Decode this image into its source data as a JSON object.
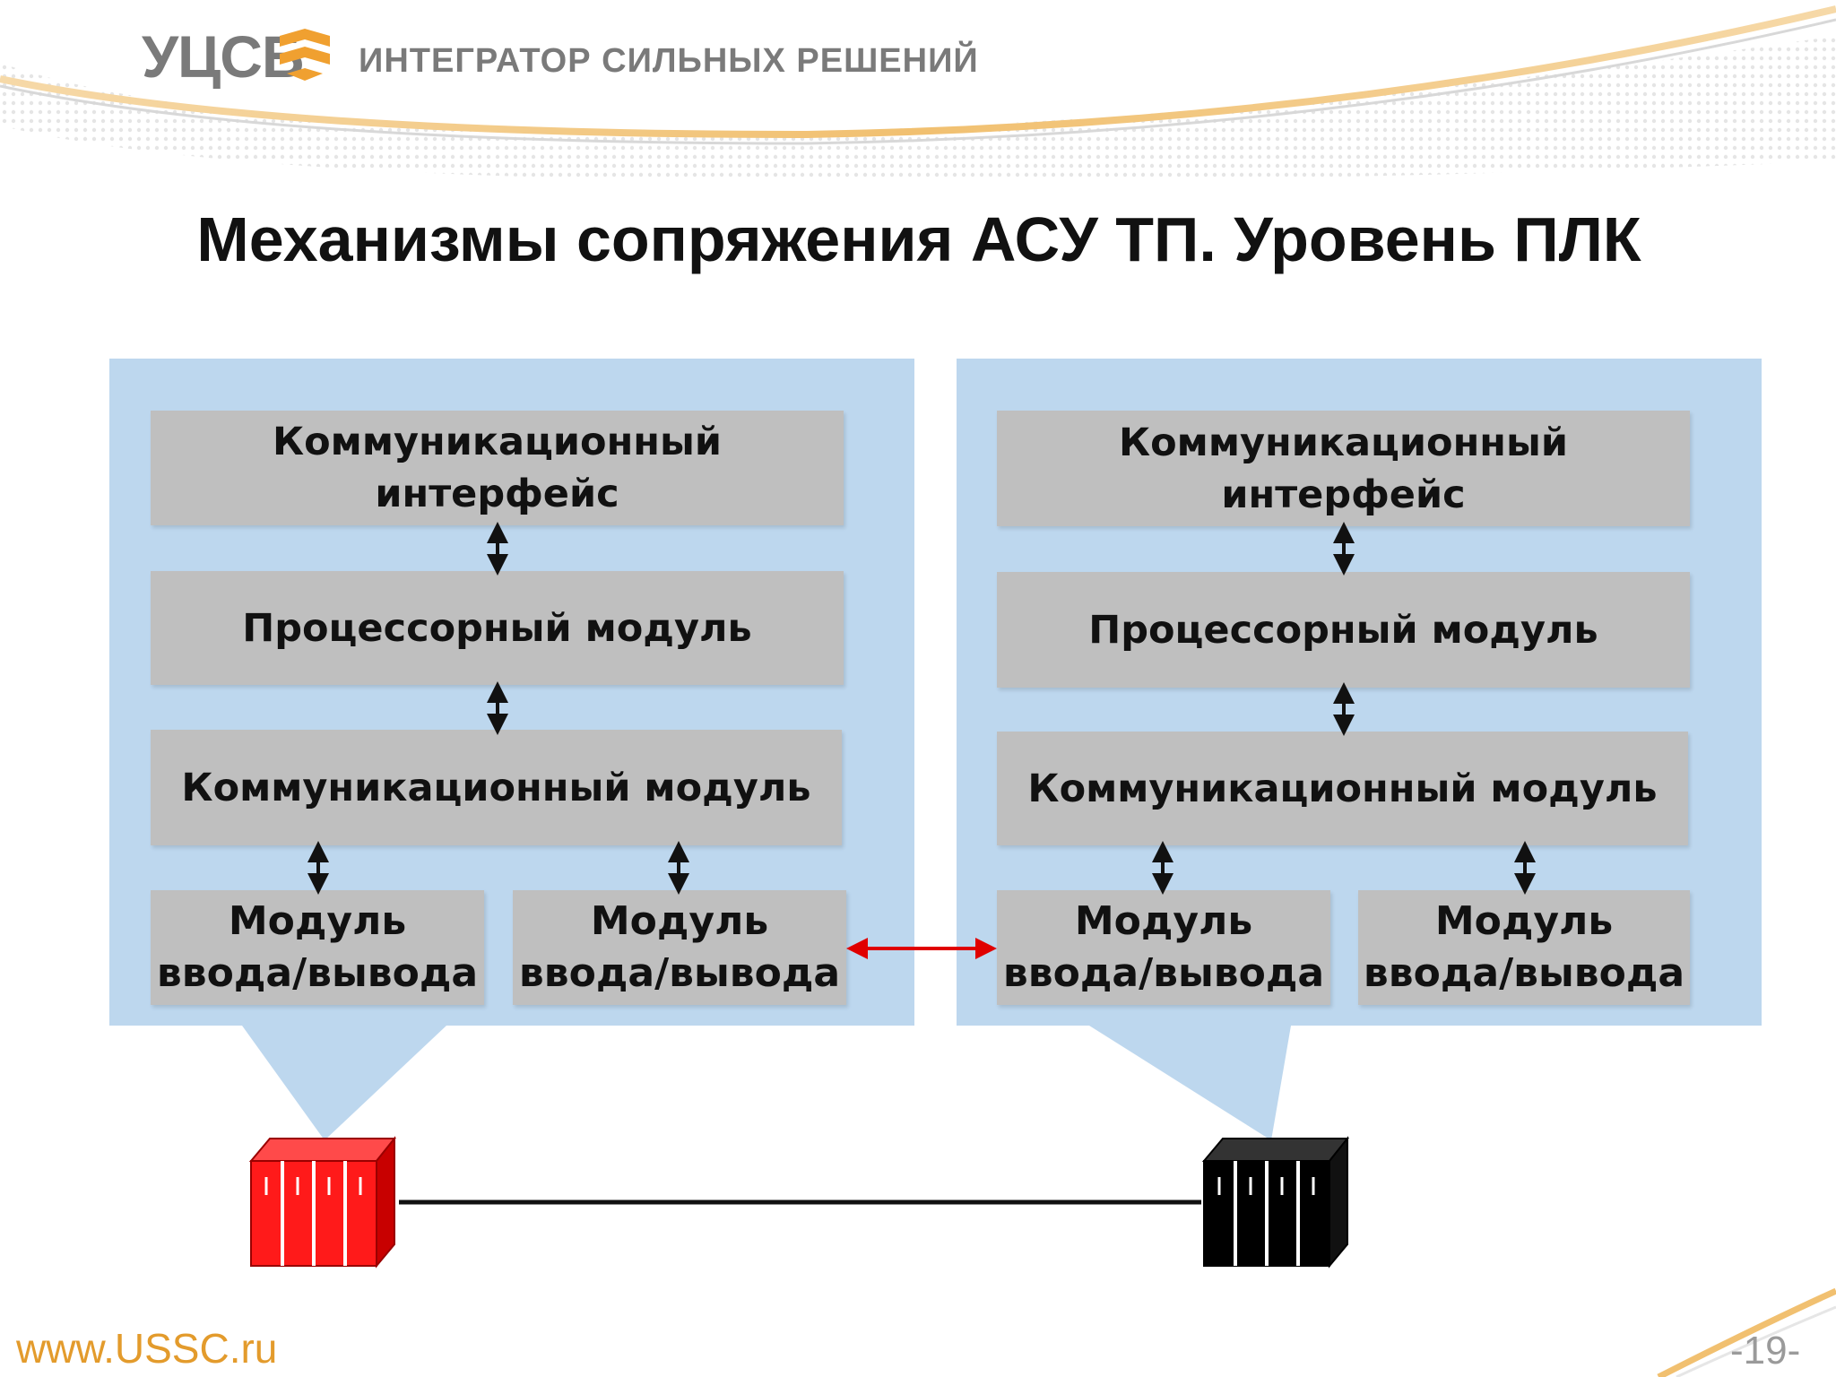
{
  "header": {
    "logo": "УЦСБ",
    "tagline": "ИНТЕГРАТОР СИЛЬНЫХ РЕШЕНИЙ"
  },
  "title": "Механизмы сопряжения АСУ ТП. Уровень ПЛК",
  "plc_left": {
    "comm_interface": "Коммуникационный интерфейс",
    "cpu_module": "Процессорный модуль",
    "comm_module": "Коммуникационный модуль",
    "io_module_1": "Модуль ввода/вывода",
    "io_module_2": "Модуль ввода/вывода"
  },
  "plc_right": {
    "comm_interface": "Коммуникационный интерфейс",
    "cpu_module": "Процессорный модуль",
    "comm_module": "Коммуникационный модуль",
    "io_module_1": "Модуль ввода/вывода",
    "io_module_2": "Модуль ввода/вывода"
  },
  "devices": {
    "left_color": "#ff0000",
    "right_color": "#000000",
    "link_color": "#e00000",
    "accent": "#f0a030"
  },
  "footer": {
    "url": "www.USSC.ru",
    "page": "-19-"
  }
}
